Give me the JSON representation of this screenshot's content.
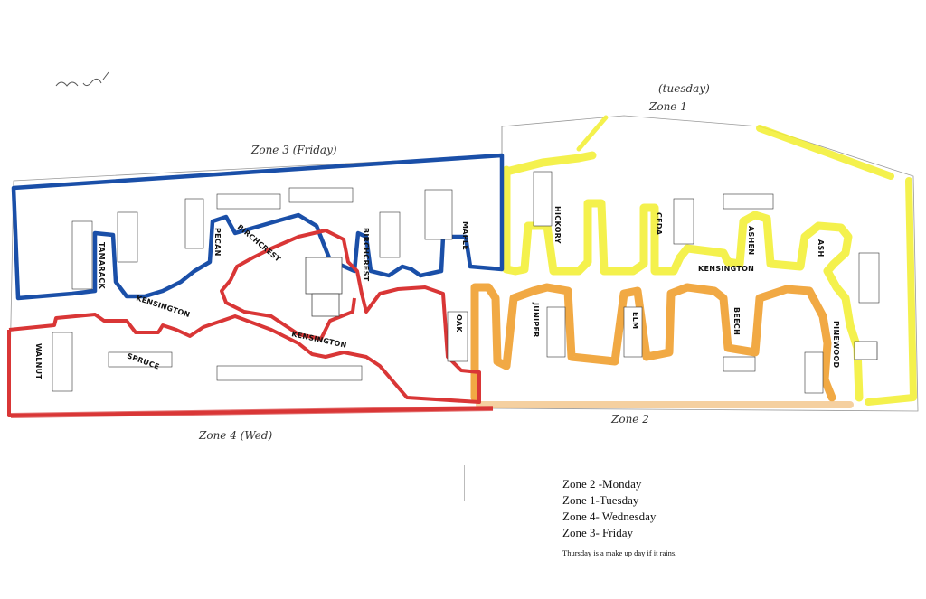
{
  "zones": {
    "zone1": {
      "label": "Zone 1",
      "note": "(tuesday)",
      "color": "#f2ee2e"
    },
    "zone2": {
      "label": "Zone 2",
      "color": "#f0a030"
    },
    "zone3": {
      "label": "Zone 3 (Friday)",
      "color": "#1a4fa8"
    },
    "zone4": {
      "label": "Zone 4 (Wed)",
      "color": "#d93636"
    }
  },
  "streets": {
    "tamarack": "TAMARACK",
    "pecan": "PECAN",
    "birchcrest_1": "BIRCHCREST",
    "birchcrest_2": "BIRCHCREST",
    "maple": "MAPLE",
    "hickory": "HICKORY",
    "ceda": "CEDA",
    "ashen": "ASHEN",
    "ash": "ASH",
    "kensington_1": "KENSINGTON",
    "kensington_2": "KENSINGTON",
    "kensington_3": "KENSINGTON",
    "walnut": "WALNUT",
    "spruce": "SPRUCE",
    "oak": "OAK",
    "juniper": "JUNIPER",
    "elm": "ELM",
    "beech": "BEECH",
    "pinewood": "PINEWOOD"
  },
  "legend": {
    "lines": [
      "Zone 2 -Monday",
      "Zone 1-Tuesday",
      "Zone 4- Wednesday",
      "Zone 3- Friday"
    ],
    "note": "Thursday is a make up day if it rains."
  }
}
